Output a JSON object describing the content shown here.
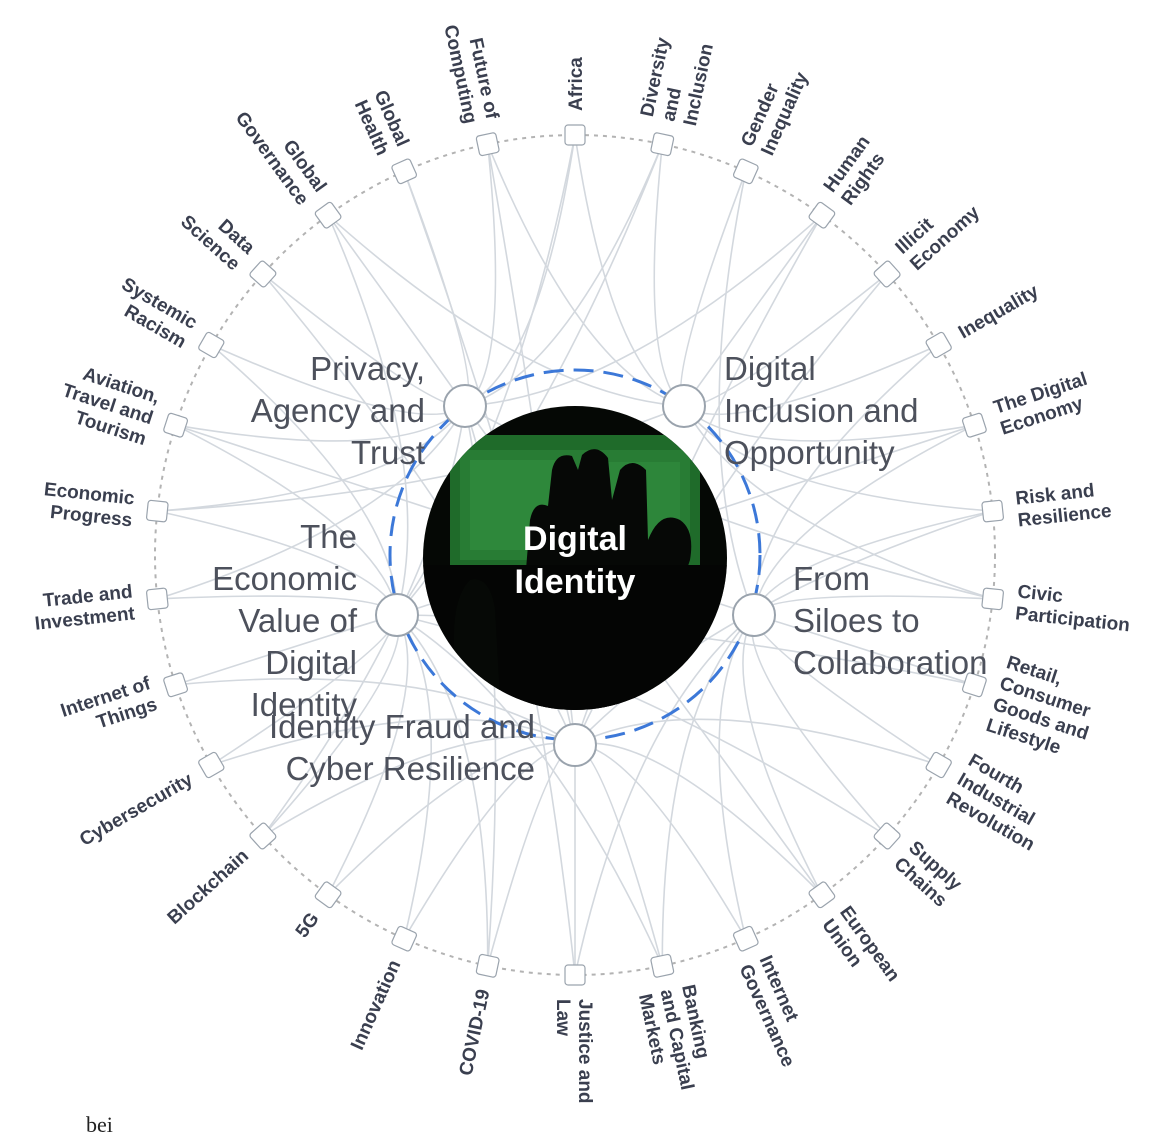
{
  "center": {
    "title_lines": [
      "Digital",
      "Identity"
    ]
  },
  "key_issues": [
    {
      "id": "privacy",
      "lines": [
        "Privacy,",
        "Agency and",
        "Trust"
      ]
    },
    {
      "id": "inclusion",
      "lines": [
        "Digital",
        "Inclusion and",
        "Opportunity"
      ]
    },
    {
      "id": "silos",
      "lines": [
        "From",
        "Siloes to",
        "Collaboration"
      ]
    },
    {
      "id": "fraud",
      "lines": [
        "Identity Fraud and",
        "Cyber Resilience"
      ]
    },
    {
      "id": "economic",
      "lines": [
        "The",
        "Economic",
        "Value of",
        "Digital",
        "Identity"
      ]
    }
  ],
  "topics": [
    {
      "id": "africa",
      "lines": [
        "Africa"
      ]
    },
    {
      "id": "diversity",
      "lines": [
        "Diversity",
        "and",
        "Inclusion"
      ]
    },
    {
      "id": "gender",
      "lines": [
        "Gender",
        "Inequality"
      ]
    },
    {
      "id": "human-rights",
      "lines": [
        "Human",
        "Rights"
      ]
    },
    {
      "id": "illicit",
      "lines": [
        "Illicit",
        "Economy"
      ]
    },
    {
      "id": "inequality",
      "lines": [
        "Inequality"
      ]
    },
    {
      "id": "digital-economy",
      "lines": [
        "The Digital",
        "Economy"
      ]
    },
    {
      "id": "risk",
      "lines": [
        "Risk and",
        "Resilience"
      ]
    },
    {
      "id": "civic",
      "lines": [
        "Civic",
        "Participation"
      ]
    },
    {
      "id": "retail",
      "lines": [
        "Retail,",
        "Consumer",
        "Goods and",
        "Lifestyle"
      ]
    },
    {
      "id": "4ir",
      "lines": [
        "Fourth",
        "Industrial",
        "Revolution"
      ]
    },
    {
      "id": "supply",
      "lines": [
        "Supply",
        "Chains"
      ]
    },
    {
      "id": "eu",
      "lines": [
        "European",
        "Union"
      ]
    },
    {
      "id": "internet-gov",
      "lines": [
        "Internet",
        "Governance"
      ]
    },
    {
      "id": "banking",
      "lines": [
        "Banking",
        "and Capital",
        "Markets"
      ]
    },
    {
      "id": "justice",
      "lines": [
        "Justice and",
        "Law"
      ]
    },
    {
      "id": "covid",
      "lines": [
        "COVID-19"
      ]
    },
    {
      "id": "innovation",
      "lines": [
        "Innovation"
      ]
    },
    {
      "id": "5g",
      "lines": [
        "5G"
      ]
    },
    {
      "id": "blockchain",
      "lines": [
        "Blockchain"
      ]
    },
    {
      "id": "cyber",
      "lines": [
        "Cybersecurity"
      ]
    },
    {
      "id": "iot",
      "lines": [
        "Internet of",
        "Things"
      ]
    },
    {
      "id": "trade",
      "lines": [
        "Trade and",
        "Investment"
      ]
    },
    {
      "id": "econ-progress",
      "lines": [
        "Economic",
        "Progress"
      ]
    },
    {
      "id": "aviation",
      "lines": [
        "Aviation,",
        "Travel and",
        "Tourism"
      ]
    },
    {
      "id": "racism",
      "lines": [
        "Systemic",
        "Racism"
      ]
    },
    {
      "id": "data-science",
      "lines": [
        "Data",
        "Science"
      ]
    },
    {
      "id": "global-gov",
      "lines": [
        "Global",
        "Governance"
      ]
    },
    {
      "id": "global-health",
      "lines": [
        "Global",
        "Health"
      ]
    },
    {
      "id": "future-computing",
      "lines": [
        "Future of",
        "Computing"
      ]
    }
  ],
  "footer_text": "bei",
  "colors": {
    "background": "#ffffff",
    "link_line": "#d3d8de",
    "outer_ring": "#b3b3b3",
    "inner_ring": "#3c78d8",
    "node_stroke": "#9aa3ad",
    "label_dark": "#3a3f4f",
    "key_label": "#4d515c",
    "image_fill": "#050805",
    "image_green": "#1f6b2a"
  },
  "icons": {
    "center_image": "hand-silhouette-screen-image"
  }
}
